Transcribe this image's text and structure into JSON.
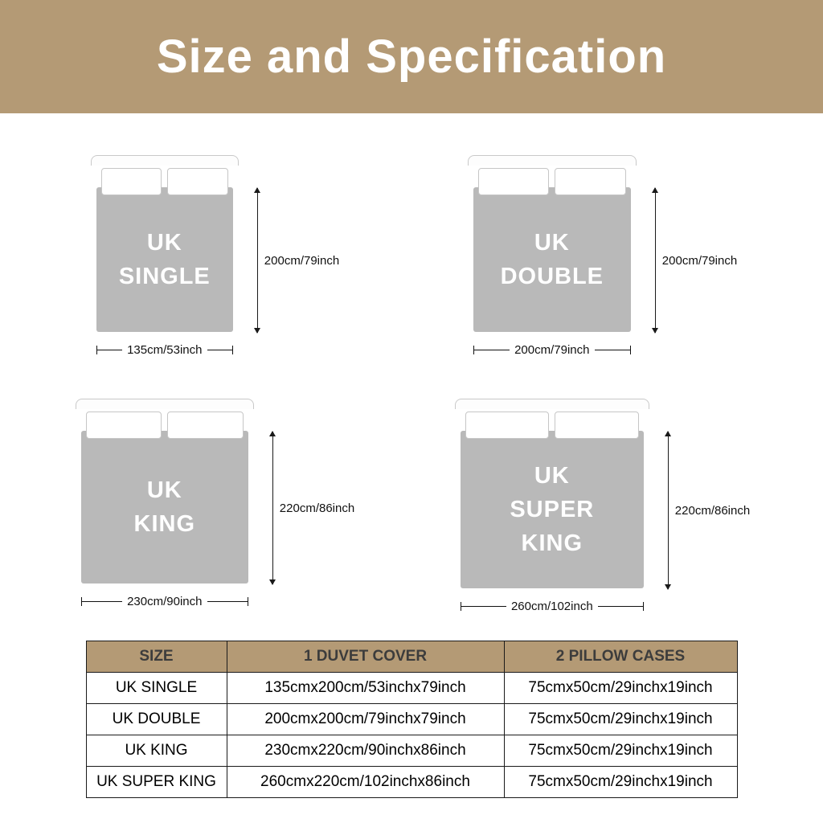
{
  "banner": {
    "title": "Size and Specification"
  },
  "colors": {
    "banner_bg": "#b49a75",
    "mattress_gray": "#b9b9b9",
    "table_header_bg": "#b49a75"
  },
  "beds": [
    {
      "label": "UK\nSINGLE",
      "width_label": "135cm/53inch",
      "height_label": "200cm/79inch"
    },
    {
      "label": "UK\nDOUBLE",
      "width_label": "200cm/79inch",
      "height_label": "200cm/79inch"
    },
    {
      "label": "UK\nKING",
      "width_label": "230cm/90inch",
      "height_label": "220cm/86inch"
    },
    {
      "label": "UK\nSUPER\nKING",
      "width_label": "260cm/102inch",
      "height_label": "220cm/86inch"
    }
  ],
  "table": {
    "headers": [
      "SIZE",
      "1 DUVET COVER",
      "2 PILLOW CASES"
    ],
    "rows": [
      [
        "UK SINGLE",
        "135cmx200cm/53inchx79inch",
        "75cmx50cm/29inchx19inch"
      ],
      [
        "UK DOUBLE",
        "200cmx200cm/79inchx79inch",
        "75cmx50cm/29inchx19inch"
      ],
      [
        "UK KING",
        "230cmx220cm/90inchx86inch",
        "75cmx50cm/29inchx19inch"
      ],
      [
        "UK SUPER KING",
        "260cmx220cm/102inchx86inch",
        "75cmx50cm/29inchx19inch"
      ]
    ]
  }
}
